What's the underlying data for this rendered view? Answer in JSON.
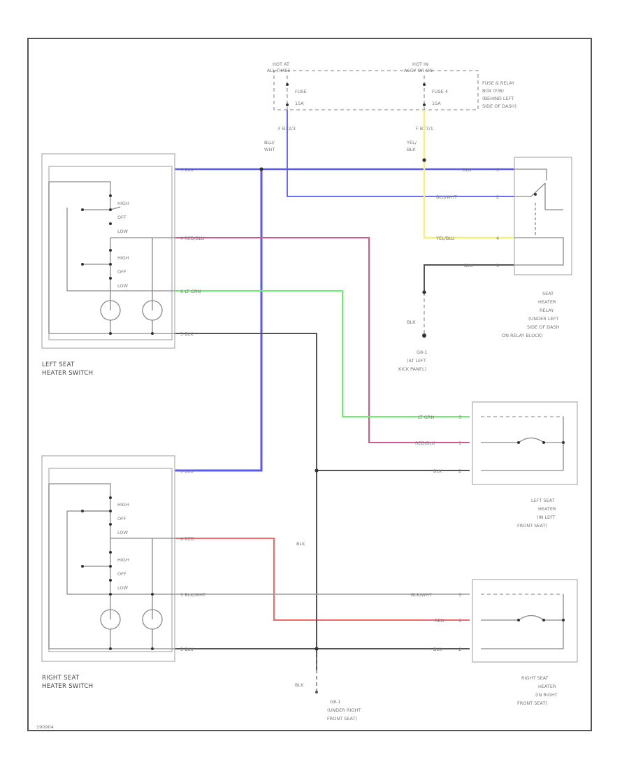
{
  "fuse_block": {
    "hot_at_1": "HOT AT",
    "hot_at_2": "ALL TIMES",
    "hot_in_1": "HOT IN",
    "hot_in_2": "ACCY OR ON",
    "fuse_left_1": "FUSE",
    "fuse_left_2": "15A",
    "fuse_right_1": "FUSE 4",
    "fuse_right_2": "15A",
    "label": [
      "FUSE & RELAY",
      "BOX (F/B)",
      "(BEHIND LEFT",
      "SIDE OF DASH)"
    ],
    "conn_left": "F  B32/3",
    "conn_right": "F  B27/1"
  },
  "wires": {
    "blu_wht_1": "BLU/",
    "blu_wht_2": "WHT",
    "yel_blk_1": "YEL/",
    "yel_blk_2": "BLK",
    "blu_top_left": "5  BLU",
    "blu_top_right": "BLU",
    "blu_wht_right": "BLU/WHT",
    "yel_blk_right": "YEL/BLU",
    "blk_relay": "BLK",
    "red_blu_left": "4  RED/BLU",
    "lt_grn_left": "6  LT GRN",
    "blk_left": "3  BLK",
    "blu_lower_left": "6  BLU",
    "red_lower_left": "4  RED",
    "blk_wht_lower_left": "5  BLK/WHT",
    "blk_lower_left": "3  BLK",
    "lt_grn_right": "LT GRN",
    "red_blu_right": "RED/BLU",
    "blk_lh_right": "BLK",
    "blk_wht_right": "BLK/WHT",
    "red_right": "RED",
    "blk_rh_right": "BLK",
    "blk_mid": "BLK",
    "blk_relay_gnd": "BLK",
    "blk_bottom": "BLK"
  },
  "relay": {
    "pins": [
      "5",
      "2",
      "4",
      "1"
    ],
    "label": [
      "SEAT",
      "HEATER",
      "RELAY",
      "(UNDER LEFT",
      "SIDE OF DASH",
      "ON RELAY BLOCK)"
    ]
  },
  "switch_labels": {
    "high": "HIGH",
    "off": "OFF",
    "low": "LOW"
  },
  "ground_top": [
    "G8-1",
    "(AT LEFT",
    "KICK PANEL)"
  ],
  "ground_bottom": [
    "G8-1",
    "(UNDER RIGHT",
    "FRONT SEAT)"
  ],
  "left_switch_label": [
    "LEFT SEAT",
    "HEATER SWITCH"
  ],
  "right_switch_label": [
    "RIGHT SEAT",
    "HEATER SWITCH"
  ],
  "left_heater": {
    "pins": [
      "3",
      "1",
      "2"
    ],
    "label": [
      "LEFT SEAT",
      "HEATER",
      "(IN LEFT",
      "FRONT SEAT)"
    ]
  },
  "right_heater": {
    "pins": [
      "3",
      "1",
      "2"
    ],
    "label": [
      "RIGHT SEAT",
      "HEATER",
      "(IN RIGHT",
      "FRONT SEAT)"
    ]
  },
  "figure_id": "190904",
  "colors": {
    "blue": "#5a5af0",
    "yellow": "#f4f07a",
    "red_blu": "#cc5a8c",
    "lt_grn": "#6af06a",
    "red": "#f06a6a",
    "black": "#555555",
    "frame": "#555555"
  }
}
